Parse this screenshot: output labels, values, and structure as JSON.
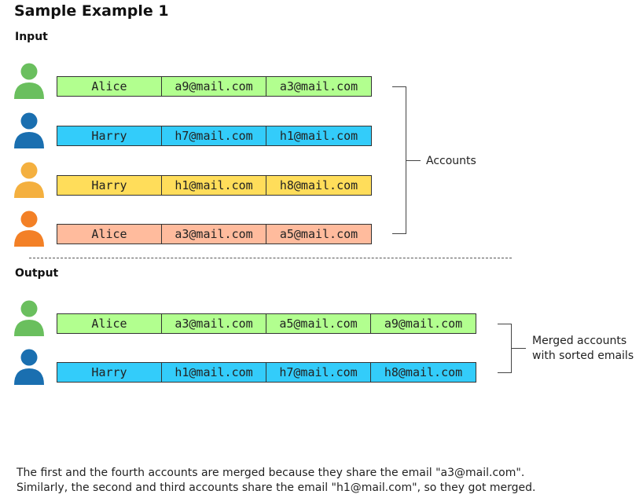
{
  "title": "Sample Example 1",
  "input": {
    "label": "Input",
    "bracket_label": "Accounts",
    "rows": [
      {
        "color": "#b2ff8f",
        "avatar_color": "#6abf5e",
        "cells": [
          "Alice",
          "a9@mail.com",
          "a3@mail.com"
        ]
      },
      {
        "color": "#33ccfa",
        "avatar_color": "#1a6fb0",
        "cells": [
          "Harry",
          "h7@mail.com",
          "h1@mail.com"
        ]
      },
      {
        "color": "#ffdd5a",
        "avatar_color": "#f4b03f",
        "cells": [
          "Harry",
          "h1@mail.com",
          "h8@mail.com"
        ]
      },
      {
        "color": "#ffbb9d",
        "avatar_color": "#f38026",
        "cells": [
          "Alice",
          "a3@mail.com",
          "a5@mail.com"
        ]
      }
    ]
  },
  "output": {
    "label": "Output",
    "bracket_label_line1": "Merged accounts",
    "bracket_label_line2": "with sorted emails",
    "rows": [
      {
        "color": "#b2ff8f",
        "avatar_color": "#6abf5e",
        "cells": [
          "Alice",
          "a3@mail.com",
          "a5@mail.com",
          "a9@mail.com"
        ]
      },
      {
        "color": "#33ccfa",
        "avatar_color": "#1a6fb0",
        "cells": [
          "Harry",
          "h1@mail.com",
          "h7@mail.com",
          "h8@mail.com"
        ]
      }
    ]
  },
  "caption": {
    "line1": "The first and the fourth accounts are merged because they share the email \"a3@mail.com\".",
    "line2": "Similarly, the second and third accounts share the email \"h1@mail.com\", so they got merged."
  }
}
